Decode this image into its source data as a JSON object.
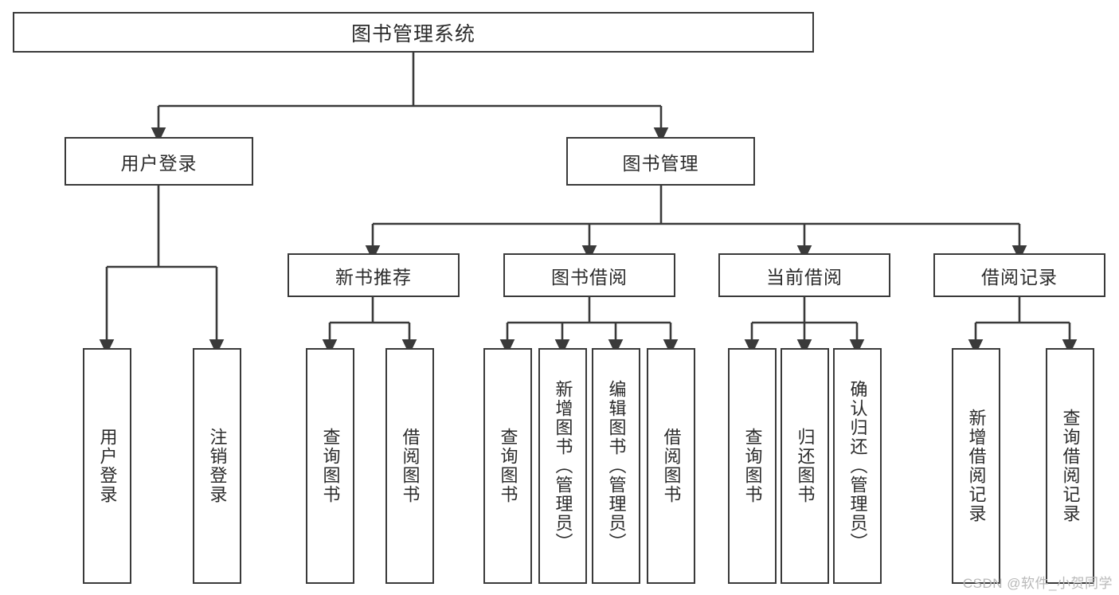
{
  "diagram": {
    "title": "图书管理系统",
    "type": "tree-hierarchy",
    "stroke_color": "#3a3a3a",
    "text_color": "#2b2b2b",
    "background_color": "#ffffff"
  },
  "nodes": {
    "root": {
      "label": "图书管理系统"
    },
    "level2": [
      {
        "label": "用户登录"
      },
      {
        "label": "图书管理"
      }
    ],
    "level3": [
      {
        "label": "新书推荐"
      },
      {
        "label": "图书借阅"
      },
      {
        "label": "当前借阅"
      },
      {
        "label": "借阅记录"
      }
    ],
    "leaves": {
      "user_login": [
        {
          "label": "用户登录"
        },
        {
          "label": "注销登录"
        }
      ],
      "new_book_recommend": [
        {
          "label": "查询图书"
        },
        {
          "label": "借阅图书"
        }
      ],
      "book_borrow": [
        {
          "label": "查询图书"
        },
        {
          "label": "新增图书（管理员）"
        },
        {
          "label": "编辑图书（管理员）"
        },
        {
          "label": "借阅图书"
        }
      ],
      "current_borrow": [
        {
          "label": "查询图书"
        },
        {
          "label": "归还图书"
        },
        {
          "label": "确认归还（管理员）"
        }
      ],
      "borrow_record": [
        {
          "label": "新增借阅记录"
        },
        {
          "label": "查询借阅记录"
        }
      ]
    }
  },
  "watermark": {
    "text": "CSDN @软件_小贺同学",
    "color": "#b9b9b9"
  }
}
